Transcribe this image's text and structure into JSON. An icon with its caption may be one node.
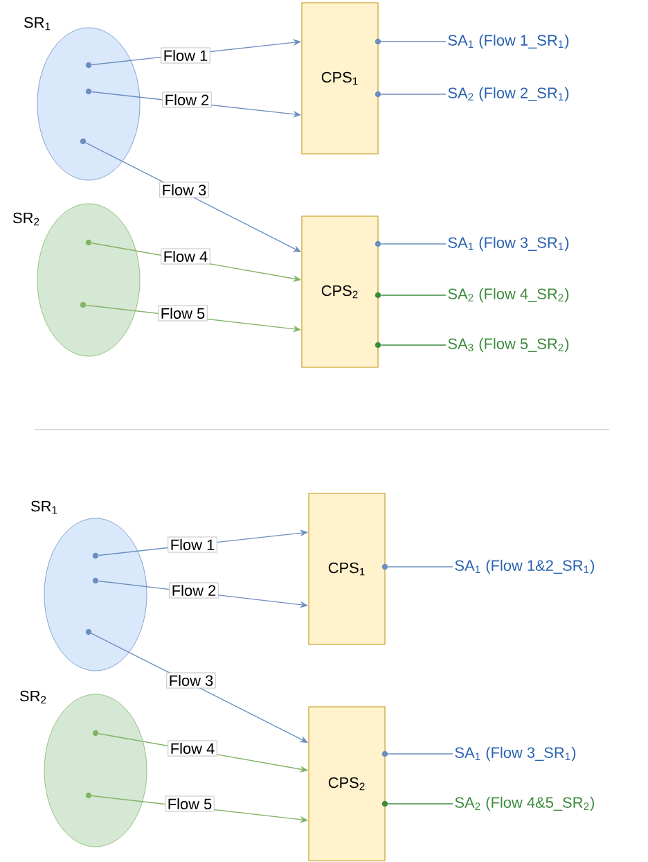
{
  "diagram": {
    "nodes": [
      {
        "text": [
          "SR$_{1}$"
        ]
      },
      {
        "text": [
          "SR$_{2}$"
        ]
      },
      {
        "text": [
          "CPS$_{1}$"
        ]
      },
      {
        "text": [
          "CPS$_{2}$"
        ]
      },
      {
        "text": [
          "SA$_{1}$ (Flow 1_SR$_{1}$)"
        ]
      },
      {
        "text": [
          "SA$_{2}$ (Flow 2_SR$_{1}$)"
        ]
      },
      {
        "text": [
          "SA$_{1}$ (Flow 3_SR$_{1}$)"
        ]
      },
      {
        "text": [
          "SA$_{2}$ (Flow 4_SR$_{2}$)"
        ]
      },
      {
        "text": [
          "SA$_{3}$ (Flow 5_SR$_{2}$)"
        ]
      },
      {
        "text": [
          "SR$_{1}$"
        ]
      },
      {
        "text": [
          "SR$_{2}$"
        ]
      },
      {
        "text": [
          "CPS$_{1}$"
        ]
      },
      {
        "text": [
          "CPS$_{2}$"
        ]
      },
      {
        "text": [
          "SA$_{1}$ (Flow 1&2_SR$_{1}$)"
        ]
      },
      {
        "text": [
          "SA$_{1}$ (Flow 3_SR$_{1}$)"
        ]
      },
      {
        "text": [
          "SA$_{2}$ (Flow 4&5_SR$_{2}$)"
        ]
      },
      {
        "text": [],
        "shape": "circle",
        "in": 0
      },
      {
        "text": [],
        "shape": "circle",
        "in": 0
      },
      {
        "text": [],
        "shape": "circle",
        "in": 0
      },
      {
        "text": [],
        "shape": "circle",
        "in": 1
      },
      {
        "text": [],
        "shape": "circle",
        "in": 1
      },
      {
        "text": [],
        "shape": "circle"
      },
      {
        "text": [],
        "shape": "circle"
      },
      {
        "text": [],
        "shape": "circle"
      },
      {
        "text": [],
        "shape": "circle"
      },
      {
        "text": [],
        "shape": "circle"
      },
      {
        "text": [],
        "shape": "circle",
        "in": 9
      },
      {
        "text": [],
        "shape": "circle",
        "in": 9
      },
      {
        "text": [],
        "shape": "circle",
        "in": 9
      },
      {
        "text": [],
        "shape": "circle",
        "in": 10
      },
      {
        "text": [],
        "shape": "circle",
        "in": 10
      },
      {
        "text": [],
        "shape": "circle"
      },
      {
        "text": [],
        "shape": "circle"
      },
      {
        "text": [],
        "shape": "circle"
      }
    ],
    "edges": [
      {
        "from": 16,
        "to": 2,
        "arrow": "to",
        "label": "Flow 1"
      },
      {
        "from": 17,
        "to": 2,
        "arrow": "to",
        "label": "Flow 2"
      },
      {
        "from": 18,
        "to": 3,
        "arrow": "to",
        "label": "Flow 3"
      },
      {
        "from": 19,
        "to": 3,
        "arrow": "to",
        "label": "Flow 4",
        "color": "#82b366"
      },
      {
        "from": 20,
        "to": 3,
        "arrow": "to",
        "label": "Flow 5",
        "color": "#82b366"
      },
      {
        "from": 21,
        "to": 4,
        "arrow": "none"
      },
      {
        "from": 22,
        "to": 5,
        "arrow": "none"
      },
      {
        "from": 23,
        "to": 6,
        "arrow": "none"
      },
      {
        "from": 24,
        "to": 7,
        "arrow": "none",
        "color": "#3d8b3d"
      },
      {
        "from": 25,
        "to": 8,
        "arrow": "none",
        "color": "#3d8b3d"
      },
      {
        "from": 26,
        "to": 11,
        "arrow": "to",
        "label": "Flow 1"
      },
      {
        "from": 27,
        "to": 11,
        "arrow": "to",
        "label": "Flow 2"
      },
      {
        "from": 28,
        "to": 12,
        "arrow": "to",
        "label": "Flow 3"
      },
      {
        "from": 29,
        "to": 12,
        "arrow": "to",
        "label": "Flow 4",
        "color": "#82b366"
      },
      {
        "from": 30,
        "to": 12,
        "arrow": "to",
        "label": "Flow 5",
        "color": "#82b366"
      },
      {
        "from": 31,
        "to": 13,
        "arrow": "none"
      },
      {
        "from": 32,
        "to": 14,
        "arrow": "none"
      },
      {
        "from": 33,
        "to": 15,
        "arrow": "none",
        "color": "#3d8b3d"
      }
    ]
  }
}
